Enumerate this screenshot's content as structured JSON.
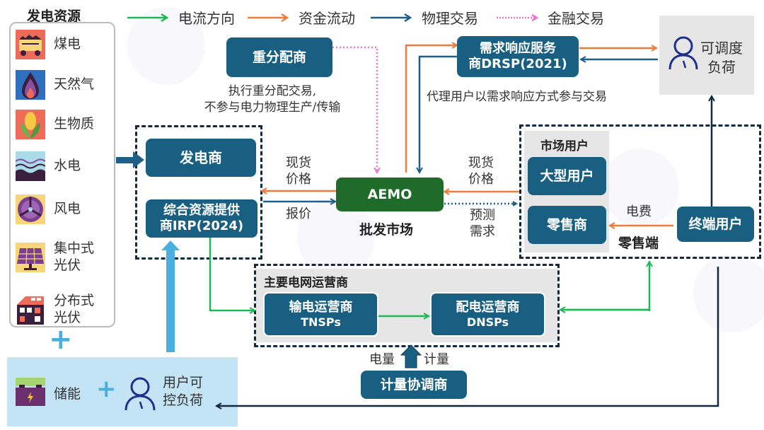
{
  "title": "发电资源",
  "legend": [
    {
      "label": "电流方向",
      "color": "#1db954",
      "style": "solid"
    },
    {
      "label": "资金流动",
      "color": "#ef7a3a",
      "style": "solid"
    },
    {
      "label": "物理交易",
      "color": "#1f5f85",
      "style": "solid"
    },
    {
      "label": "金融交易",
      "color": "#e476d8",
      "style": "dotted"
    }
  ],
  "sources": [
    {
      "label": "煤电",
      "icon": "coal-cart-icon"
    },
    {
      "label": "天然气",
      "icon": "gas-flame-icon"
    },
    {
      "label": "生物质",
      "icon": "corn-icon"
    },
    {
      "label": "水电",
      "icon": "water-wave-icon"
    },
    {
      "label": "风电",
      "icon": "wind-turbine-icon"
    },
    {
      "label": "集中式\n光伏",
      "icon": "solar-panel-icon"
    },
    {
      "label": "分布式\n光伏",
      "icon": "rooftop-solar-icon"
    }
  ],
  "nodes": {
    "redistributor": "重分配商",
    "redistributor_note_1": "执行重分配交易,",
    "redistributor_note_2": "不参与电力物理生产/传输",
    "drsp_line1": "需求响应服务",
    "drsp_line2": "商DRSP(2021)",
    "drsp_note": "代理用户以需求响应方式参与交易",
    "dispatchable_load_line1": "可调度",
    "dispatchable_load_line2": "负荷",
    "generator": "发电商",
    "irp_line1": "综合资源提供",
    "irp_line2": "商IRP(2024)",
    "aemo": "AEMO",
    "wholesale_market": "批发市场",
    "market_users": "市场用户",
    "large_users": "大型用户",
    "retailer": "零售商",
    "end_users": "终端用户",
    "retail_side": "零售端",
    "grid_operators": "主要电网运营商",
    "tnsp_line1": "输电运营商",
    "tnsp_line2": "TNSPs",
    "dnsp_line1": "配电运营商",
    "dnsp_line2": "DNSPs",
    "metering_coordinator": "计量协调商",
    "storage": "储能",
    "controllable_load_line1": "用户可",
    "controllable_load_line2": "控负荷"
  },
  "edge_labels": {
    "spot_price_left_1": "现货",
    "spot_price_left_2": "价格",
    "bid": "报价",
    "spot_price_right_1": "现货",
    "spot_price_right_2": "价格",
    "forecast_demand_1": "预测",
    "forecast_demand_2": "需求",
    "electricity_bill": "电费",
    "energy_left": "电量",
    "energy_right": "计量"
  },
  "symbols": {
    "plus": "+"
  }
}
